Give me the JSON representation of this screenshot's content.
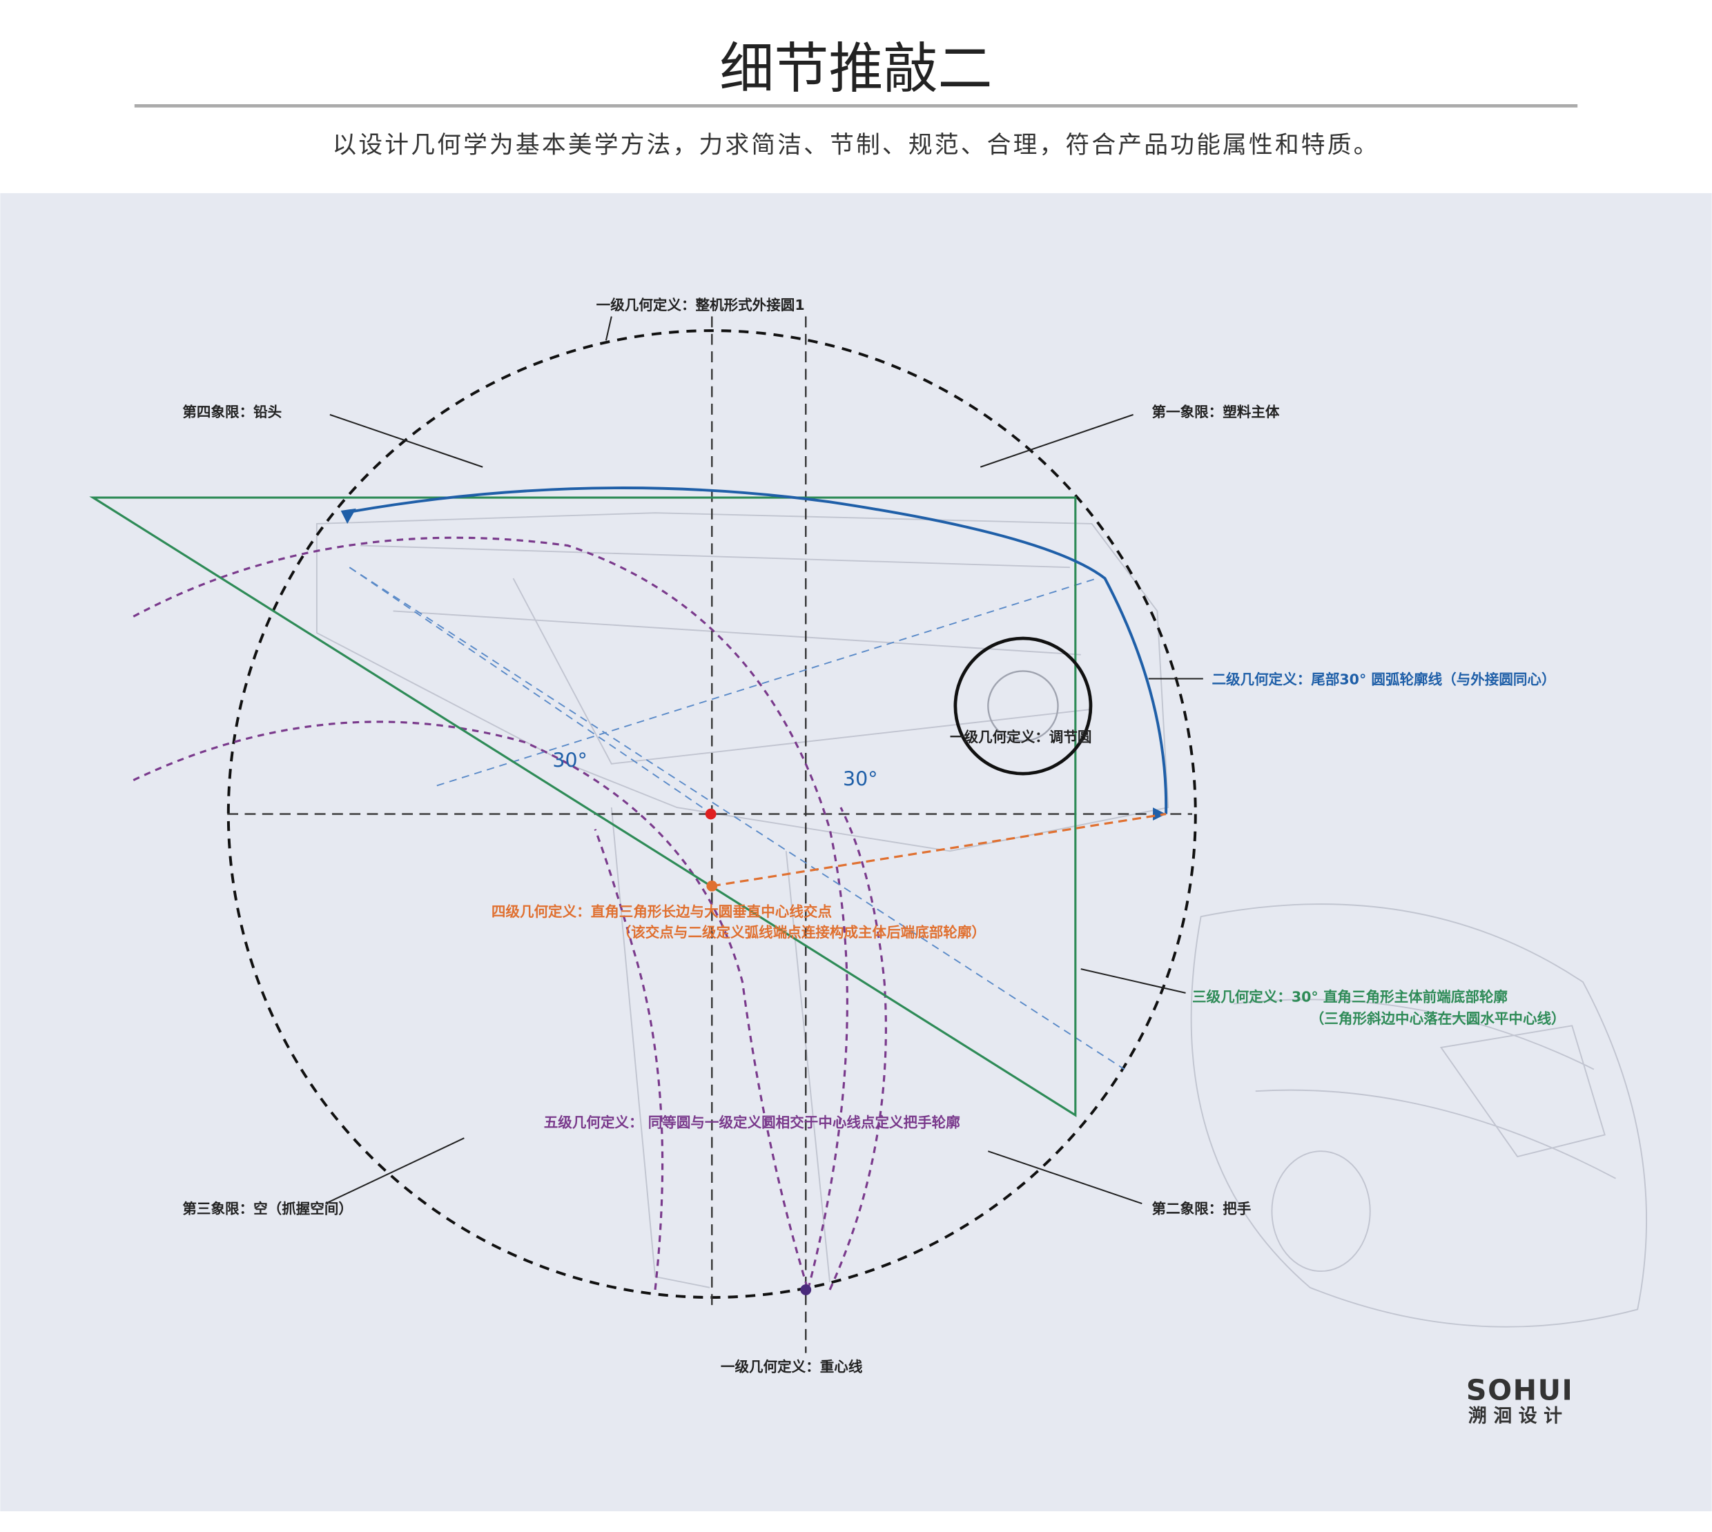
{
  "header": {
    "title": "细节推敲二",
    "subtitle": "以设计几何学为基本美学方法，力求简洁、节制、规范、合理，符合产品功能属性和特质。"
  },
  "diagram": {
    "labels": {
      "level1_circle": "一级几何定义：整机形式外接圆1",
      "level1_gravity": "一级几何定义：重心线",
      "level1_knob": "一级几何定义：调节圆",
      "level2": "二级几何定义：尾部30° 圆弧轮廓线（与外接圆同心）",
      "level3_line1": "三级几何定义：30° 直角三角形主体前端底部轮廓",
      "level3_line2": "（三角形斜边中心落在大圆水平中心线）",
      "level4_line1": "四级几何定义：直角三角形长边与大圆垂直中心线交点",
      "level4_line2": "（该交点与二级定义弧线端点连接构成主体后端底部轮廓）",
      "level5": "五级几何定义：  同等圆与一级定义圆相交于中心线点定义把手轮廓",
      "quadrant1": "第一象限：塑料主体",
      "quadrant2": "第二象限：把手",
      "quadrant3": "第三象限：空（抓握空间）",
      "quadrant4": "第四象限：铅头",
      "angle_left": "30°",
      "angle_right": "30°"
    },
    "colors": {
      "background": "#e6e9f1",
      "triangle": "#2e8b57",
      "arc": "#1f5fa8",
      "handle_arcs": "#7a3a8c",
      "level4": "#e07030",
      "center_dot": "#e02020"
    }
  },
  "brand": {
    "logo_text": "SOHUI",
    "logo_sub": "溯洄设计"
  }
}
